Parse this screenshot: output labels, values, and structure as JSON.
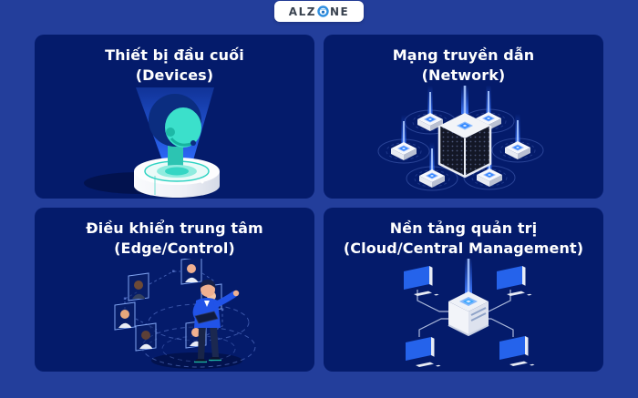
{
  "logo": {
    "name": "ALZONE",
    "left": "ALZ",
    "right": "NE",
    "o_icon": "globe-swirl-icon"
  },
  "panels": [
    {
      "id": "devices",
      "title_vi": "Thiết bị đầu cuối",
      "title_en": "(Devices)",
      "illustration": "smart-speaker-hologram"
    },
    {
      "id": "network",
      "title_vi": "Mạng truyền dẫn",
      "title_en": "(Network)",
      "illustration": "network-hub-with-nodes"
    },
    {
      "id": "edge",
      "title_vi": "Điều khiển trung tâm",
      "title_en": "(Edge/Control)",
      "illustration": "operator-with-user-avatars"
    },
    {
      "id": "cloud",
      "title_vi": "Nền tảng quản trị",
      "title_en": "(Cloud/Central Management)",
      "illustration": "server-connected-monitors"
    }
  ],
  "colors": {
    "background": "#233e9b",
    "panel": "#041b6b",
    "title_text": "#ffffff",
    "beam_blue": "#2e6bff",
    "glow_blue": "#35a7ff",
    "teal": "#35d6c4",
    "hologram_dark": "#0b2d80",
    "monitor_blue": "#2563eb",
    "suit_blue": "#2153e8",
    "logo_text": "#3a4350",
    "logo_o": "#2f8fe0"
  }
}
